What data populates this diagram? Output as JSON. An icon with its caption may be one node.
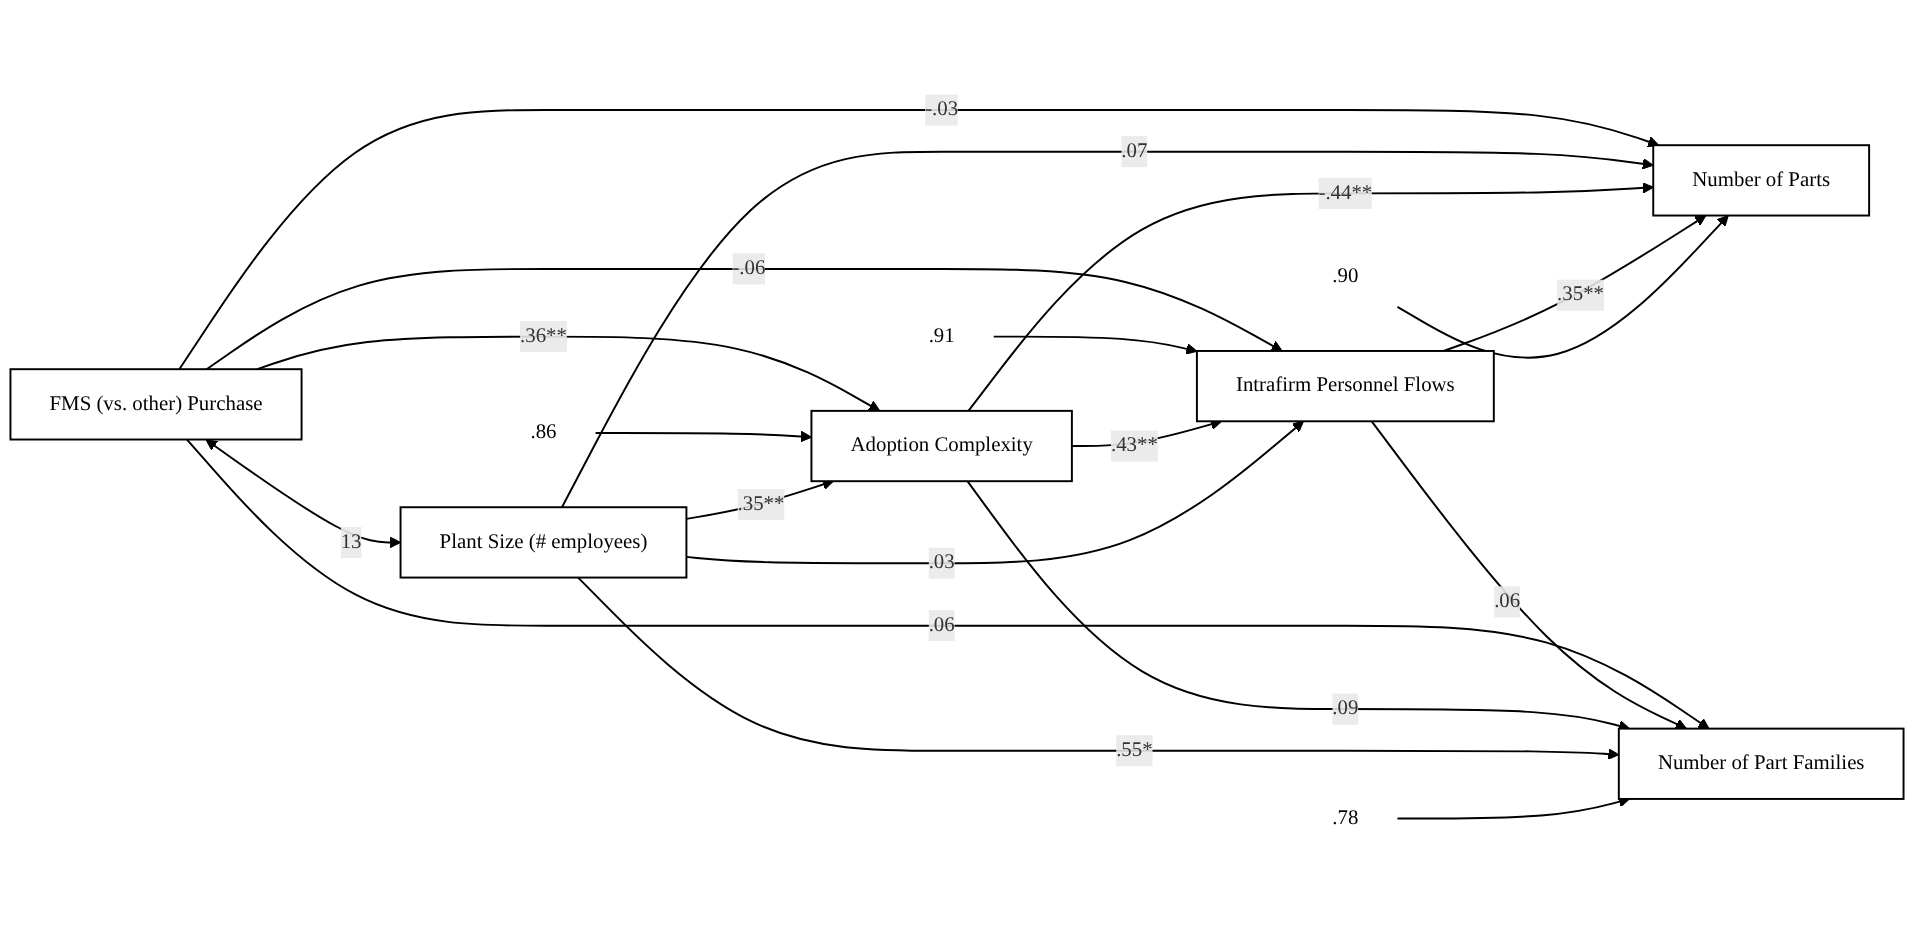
{
  "diagram": {
    "nodes": [
      {
        "text": [
          ".90"
        ]
      },
      {
        "text": [
          "FMS (vs. other) Purchase"
        ]
      },
      {
        "text": [
          "Number of Parts"
        ]
      },
      {
        "text": [
          ".86"
        ]
      },
      {
        "text": [
          ".91"
        ]
      },
      {
        "text": [
          "Adoption Complexity"
        ]
      },
      {
        "text": [
          "Intrafirm Personnel Flows"
        ]
      },
      {
        "text": [
          ".78"
        ]
      },
      {
        "text": [
          "Plant Size (# employees)"
        ]
      },
      {
        "text": [
          "Number of Part Families"
        ]
      }
    ],
    "edges": [
      {
        "from": 1,
        "to": 8,
        "arrow": "both",
        "label": "13"
      },
      {
        "from": 1,
        "to": 2,
        "arrow": "to",
        "label": "-.03"
      },
      {
        "from": 8,
        "to": 2,
        "arrow": "to",
        "label": ".07"
      },
      {
        "from": 5,
        "to": 2,
        "arrow": "to",
        "label": "-.44**"
      },
      {
        "from": 6,
        "to": 2,
        "arrow": "to",
        "label": ".35**"
      },
      {
        "from": 0,
        "to": 2,
        "arrow": "to"
      },
      {
        "from": 1,
        "to": 5,
        "arrow": "to",
        "label": ".36**"
      },
      {
        "from": 3,
        "to": 5,
        "arrow": "to"
      },
      {
        "from": 8,
        "to": 5,
        "arrow": "to",
        "label": ".35**"
      },
      {
        "from": 1,
        "to": 6,
        "arrow": "to",
        "label": "-.06"
      },
      {
        "from": 4,
        "to": 6,
        "arrow": "to"
      },
      {
        "from": 5,
        "to": 6,
        "arrow": "to",
        "label": ".43**"
      },
      {
        "from": 8,
        "to": 6,
        "arrow": "to",
        "label": ".03"
      },
      {
        "from": 1,
        "to": 9,
        "arrow": "to",
        "label": ".06"
      },
      {
        "from": 6,
        "to": 9,
        "arrow": "to",
        "label": ".06"
      },
      {
        "from": 5,
        "to": 9,
        "arrow": "to",
        "label": ".09"
      },
      {
        "from": 8,
        "to": 9,
        "arrow": "to",
        "label": ".55*"
      },
      {
        "from": 7,
        "to": 9,
        "arrow": "to"
      }
    ]
  }
}
